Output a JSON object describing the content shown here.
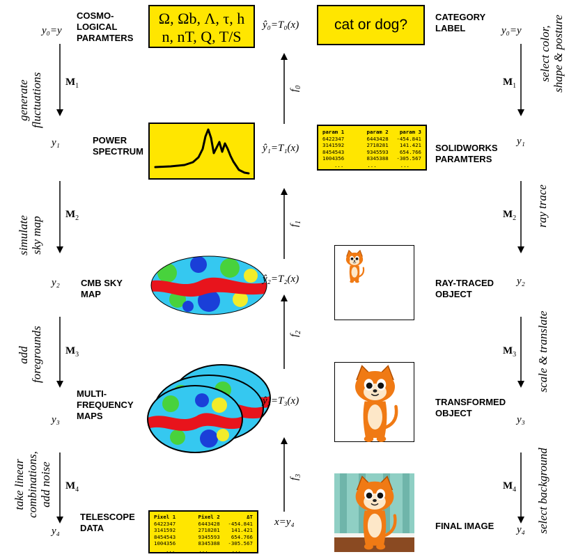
{
  "left_labels": {
    "cosmo": "COSMO-\nLOGICAL\nPARAMTERS",
    "power": "POWER\nSPECTRUM",
    "cmb": "CMB SKY\nMAP",
    "multi": "MULTI-\nFREQUENCY\nMAPS",
    "telescope": "TELESCOPE\nDATA"
  },
  "right_labels": {
    "category": "CATEGORY\nLABEL",
    "solidworks": "SOLIDWORKS\nPARAMTERS",
    "raytraced": "RAY-TRACED\nOBJECT",
    "transformed": "TRANSFORMED\nOBJECT",
    "final": "FINAL IMAGE"
  },
  "left_processes": {
    "m1": "generate\nfluctuations",
    "m2": "simulate\nsky map",
    "m3": "add\nforegrounds",
    "m4": "take linear\ncombinations,\nadd noise"
  },
  "right_processes": {
    "m1": "select color,\nshape & posture",
    "m2": "ray trace",
    "m3": "scale & translate",
    "m4": "select background"
  },
  "operators": {
    "m": "M",
    "subs": [
      "1",
      "2",
      "3",
      "4"
    ],
    "f": "f",
    "f_subs": [
      "0",
      "1",
      "2",
      "3"
    ]
  },
  "variables": {
    "y0_left": "y₀=y",
    "y1": "y₁",
    "y2": "y₂",
    "y3": "y₃",
    "y4": "y₄",
    "y0_right": "y₀=y",
    "yhat0": "ŷ₀=T₀(x)",
    "yhat1": "ŷ₁=T₁(x)",
    "yhat2": "ŷ₂=T₂(x)",
    "yhat3": "ŷ₃=T₃(x)",
    "xy4": "x=y₄"
  },
  "cosmo_params": {
    "line1": "Ω, Ωb, Λ, τ, h",
    "line2": "n, nT, Q, T/S"
  },
  "category_question": "cat or dog?",
  "solidworks_table": {
    "headers": [
      "param 1",
      "param 2",
      "param 3"
    ],
    "rows": [
      [
        "6422347",
        "6443428",
        "-454.841"
      ],
      [
        "3141592",
        "2718281",
        "141.421"
      ],
      [
        "8454543",
        "9345593",
        "654.766"
      ],
      [
        "1004356",
        "8345388",
        "-305.567"
      ],
      [
        "...",
        "...",
        "..."
      ]
    ]
  },
  "telescope_table": {
    "headers": [
      "Pixel 1",
      "Pixel 2",
      "ΔT"
    ],
    "rows": [
      [
        "6422347",
        "6443428",
        "-454.841"
      ],
      [
        "3141592",
        "2718281",
        "141.421"
      ],
      [
        "8454543",
        "9345593",
        "654.766"
      ],
      [
        "1004356",
        "8345388",
        "-305.567"
      ],
      [
        "...",
        "...",
        "..."
      ]
    ]
  },
  "colors": {
    "box_yellow": "#ffe600",
    "map_red": "#e8141c",
    "map_blue": "#1a3fd8",
    "map_cyan": "#35c8f0",
    "map_green": "#48d23c",
    "map_yellow": "#f2ec2a",
    "cat_orange": "#f07a14",
    "wall_teal": "#8fcfc4"
  }
}
